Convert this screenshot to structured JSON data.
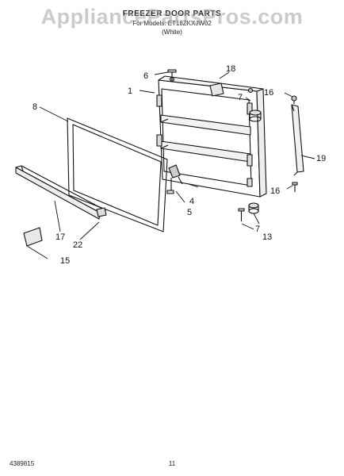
{
  "watermark": "AppliancePartsPros.com",
  "header": {
    "title": "FREEZER DOOR PARTS",
    "model_line": "For Models: ET18ZKXJW02",
    "note": "(White)"
  },
  "footer": {
    "code": "4389815",
    "page": "11"
  },
  "callouts": [
    "1",
    "4",
    "5",
    "6",
    "7",
    "7",
    "8",
    "13",
    "15",
    "16",
    "16",
    "17",
    "18",
    "19",
    "22"
  ],
  "colors": {
    "line": "#111111",
    "watermark": "#a0a0a0"
  }
}
